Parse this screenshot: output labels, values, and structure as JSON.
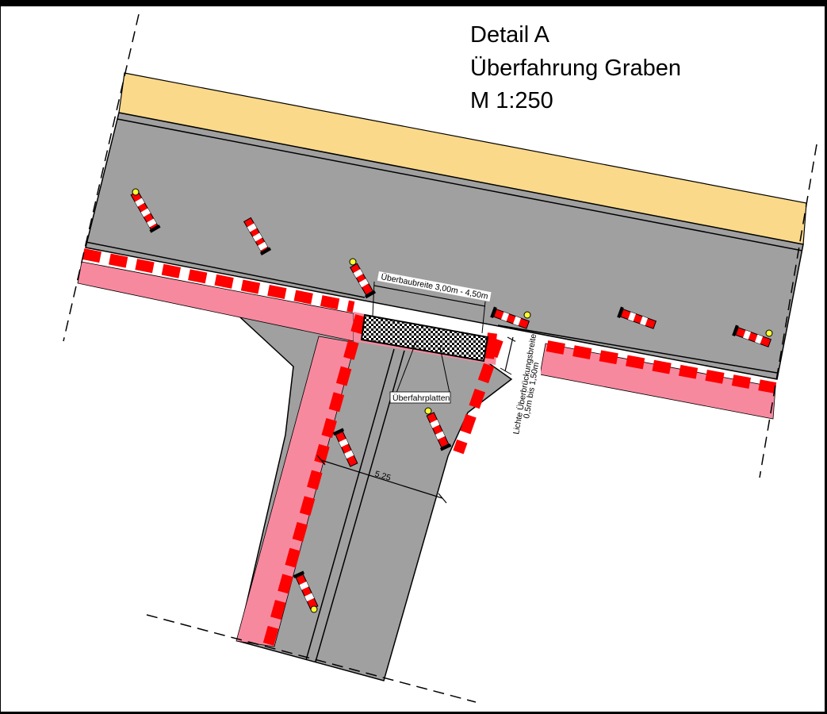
{
  "title": {
    "line1": "Detail A",
    "line2": "Überfahrung Graben",
    "line3": "M 1:250"
  },
  "labels": {
    "overbuild_width": "Überbaubreite 3,00m - 4,50m",
    "plates": "Überfahrplatten",
    "clear_span": "Lichte Überbrückungsbreite",
    "clear_span_range": "0,5m bis 1,50m",
    "side_road_width": "5.25"
  },
  "colors": {
    "asphalt": "#a0a0a0",
    "verge": "#fad98a",
    "footway": "#f7899f",
    "barrier_red": "#ff0000",
    "barrier_white": "#ffffff",
    "warning_light": "#ffff33"
  },
  "icons": {
    "beacon": "warning-beacon-icon",
    "beacon_light": "warning-light-icon"
  }
}
